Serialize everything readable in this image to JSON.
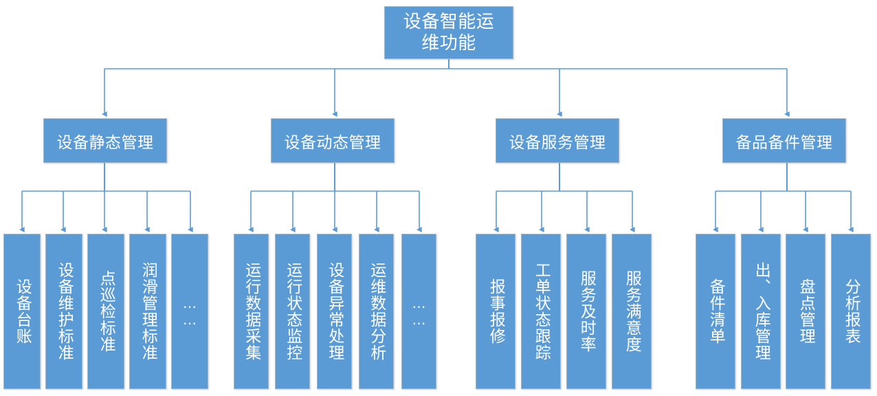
{
  "diagram": {
    "title_box": {
      "label": "设备智能运维功能",
      "line1": "设备智能运",
      "line2": "维功能"
    },
    "colors": {
      "box_fill": "#5B9BD5",
      "box_border": "#a6b7c6",
      "connector": "#5B9BD5",
      "text": "#ffffff",
      "background": "#ffffff"
    },
    "branches": [
      {
        "label": "设备静态管理",
        "children": [
          {
            "label": "设备台账"
          },
          {
            "label": "设备维护标准"
          },
          {
            "label": "点巡检标准"
          },
          {
            "label": "润滑管理标准"
          },
          {
            "label": "……"
          }
        ]
      },
      {
        "label": "设备动态管理",
        "children": [
          {
            "label": "运行数据采集"
          },
          {
            "label": "运行状态监控"
          },
          {
            "label": "设备异常处理"
          },
          {
            "label": "运维数据分析"
          },
          {
            "label": "……"
          }
        ]
      },
      {
        "label": "设备服务管理",
        "children": [
          {
            "label": "报事报修"
          },
          {
            "label": "工单状态跟踪"
          },
          {
            "label": "服务及时率"
          },
          {
            "label": "服务满意度"
          }
        ]
      },
      {
        "label": "备品备件管理",
        "children": [
          {
            "label": "备件清单"
          },
          {
            "label": "出、入库管理"
          },
          {
            "label": "盘点管理"
          },
          {
            "label": "分析报表"
          }
        ]
      }
    ]
  }
}
